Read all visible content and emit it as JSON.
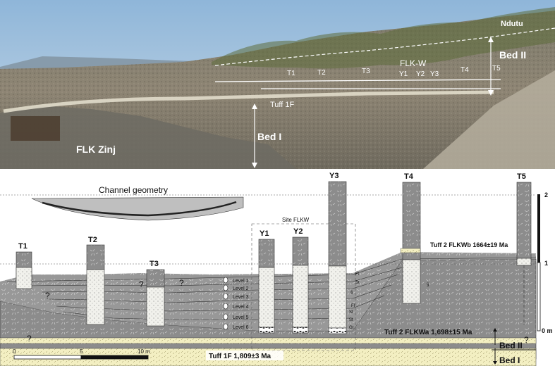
{
  "photo": {
    "labels": {
      "ndutu": "Ndutu",
      "flkw": "FLK-W",
      "bed2": "Bed II",
      "tuff1f": "Tuff 1F",
      "bed1": "Bed I",
      "flkzinj": "FLK Zinj",
      "t1": "T1",
      "t2": "T2",
      "t3": "T3",
      "y1": "Y1",
      "y2": "Y2",
      "y3": "Y3",
      "t4": "T4",
      "t5": "T5"
    }
  },
  "diagram": {
    "channel_geometry": "Channel geometry",
    "site_flkw": "Site FLKW",
    "columns": [
      "T1",
      "T2",
      "T3",
      "Y1",
      "Y2",
      "Y3",
      "T4",
      "T5"
    ],
    "levels": [
      "Level 1",
      "Level 2",
      "Level 3",
      "Level 4",
      "Level 5",
      "Level 6"
    ],
    "facies": {
      "fl": "Fl",
      "st": "St",
      "st2": "St",
      "fl2": "Fl",
      "st3": "St",
      "gt": "Gt",
      "s1": "§",
      "s2": "§"
    },
    "tuff2_flkwb": "Tuff 2 FLKWb 1664±19 Ma",
    "tuff2_flkwa": "Tuff 2 FLKWa 1,698±15 Ma",
    "tuff1f_age": "Tuff 1F 1,809±3 Ma",
    "bed2": "Bed II",
    "bed1": "Bed I",
    "scale_labels": [
      "0",
      "5",
      "10 m"
    ],
    "vertical_scale": [
      "2",
      "1",
      "0 m"
    ],
    "question": "?"
  }
}
